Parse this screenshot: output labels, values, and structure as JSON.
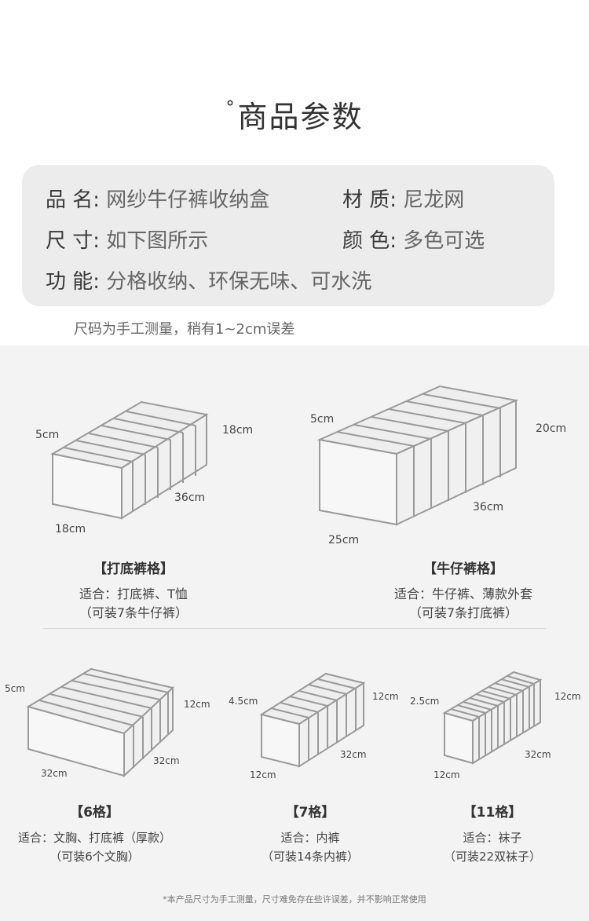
{
  "title": "商品参数",
  "specs": {
    "name_key": "品 名:",
    "name_val": "网纱牛仔裤收纳盒",
    "material_key": "材 质:",
    "material_val": "尼龙网",
    "size_key": "尺 寸:",
    "size_val": "如下图所示",
    "color_key": "颜 色:",
    "color_val": "多色可选",
    "function_key": "功 能:",
    "function_val": "分格收纳、环保无味、可水洗"
  },
  "note": "尺码为手工测量，稍有1~2cm误差",
  "products": [
    {
      "name": "【打底裤格】",
      "line1": "适合：打底裤、T恤",
      "line2": "（可装7条牛仔裤）",
      "dims": {
        "w": "5cm",
        "h": "18cm",
        "l": "36cm",
        "d": "18cm"
      }
    },
    {
      "name": "【牛仔裤格】",
      "line1": "适合：牛仔裤、薄款外套",
      "line2": "（可装7条打底裤）",
      "dims": {
        "w": "5cm",
        "h": "20cm",
        "l": "36cm",
        "d": "25cm"
      }
    },
    {
      "name": "【6格】",
      "line1": "适合：文胸、打底裤（厚款）",
      "line2": "（可装6个文胸）",
      "dims": {
        "w": "5cm",
        "h": "12cm",
        "l": "32cm",
        "d": "32cm"
      }
    },
    {
      "name": "【7格】",
      "line1": "适合：内裤",
      "line2": "（可装14条内裤）",
      "dims": {
        "w": "4.5cm",
        "h": "12cm",
        "l": "32cm",
        "d": "12cm"
      }
    },
    {
      "name": "【11格】",
      "line1": "适合：袜子",
      "line2": "（可装22双袜子）",
      "dims": {
        "w": "2.5cm",
        "h": "12cm",
        "l": "32cm",
        "d": "12cm"
      }
    }
  ],
  "footer": "*本产品尺寸为手工测量，尺寸难免存在些许误差，并不影响正常使用"
}
